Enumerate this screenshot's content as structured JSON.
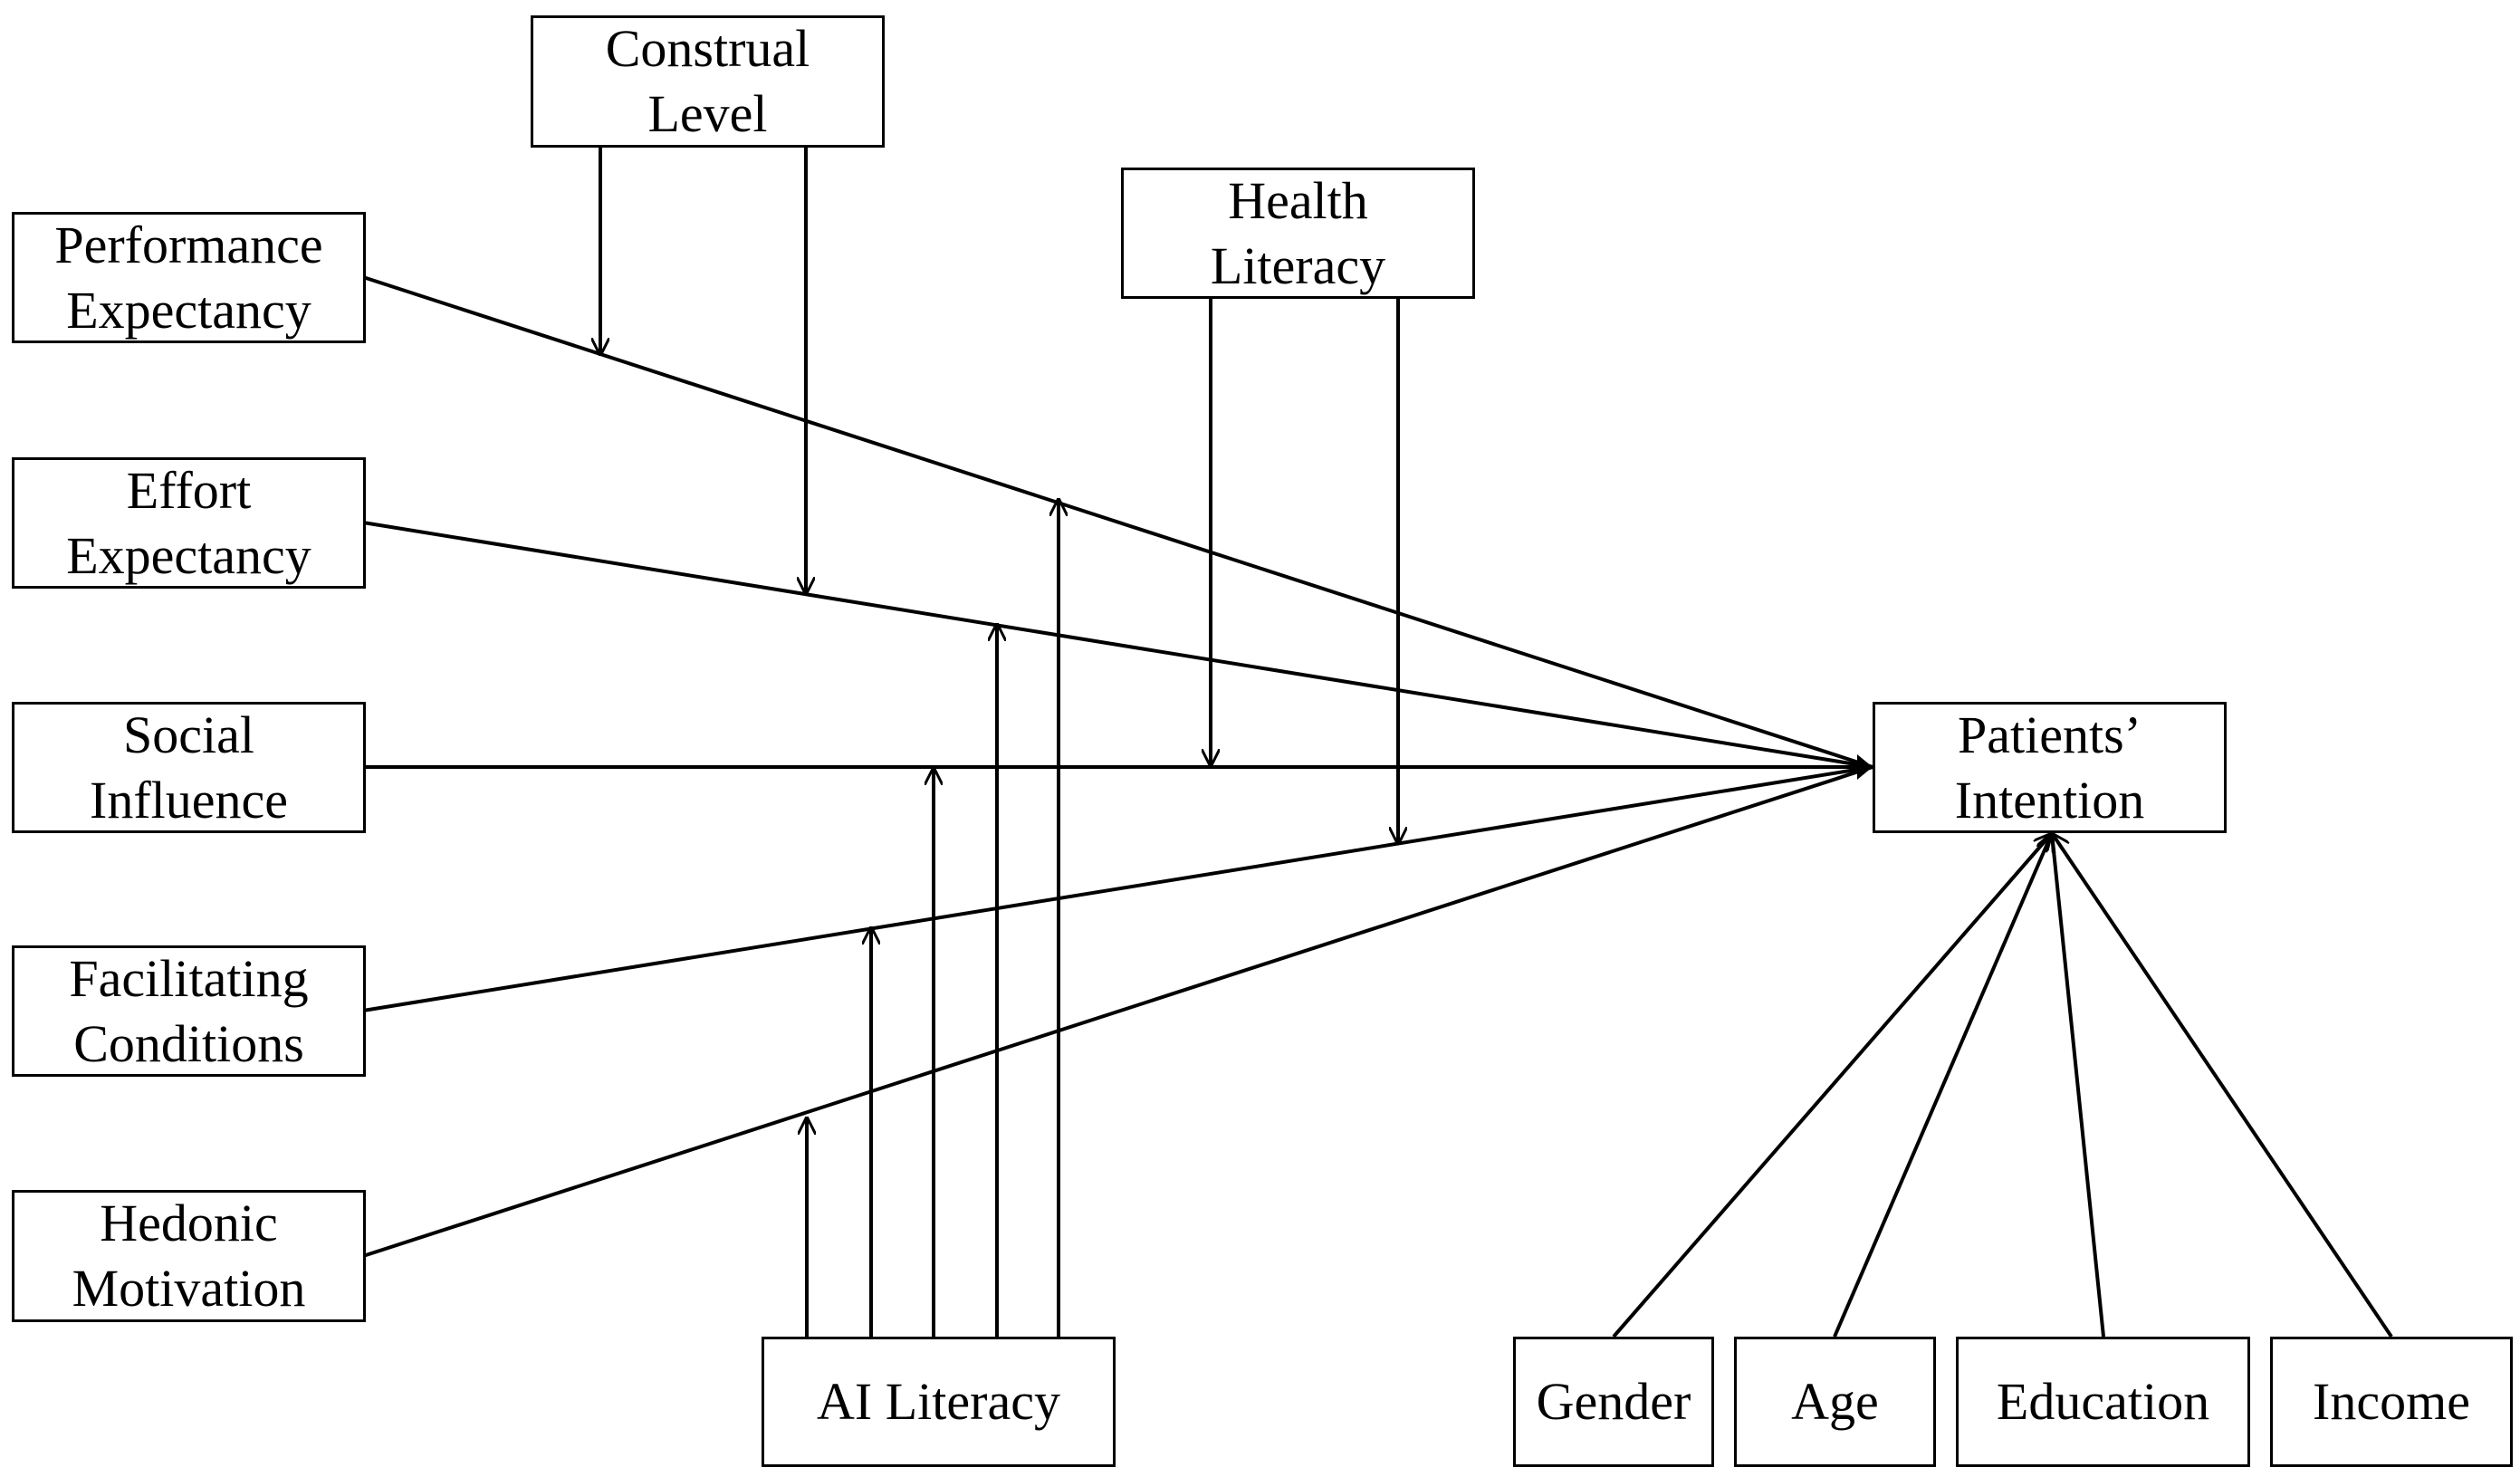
{
  "diagram": {
    "moderators": {
      "construal_level": [
        "Construal",
        "Level"
      ],
      "health_literacy": [
        "Health",
        "Literacy"
      ],
      "ai_literacy": [
        "AI Literacy"
      ]
    },
    "predictors": {
      "performance_expectancy": [
        "Performance",
        "Expectancy"
      ],
      "effort_expectancy": [
        "Effort",
        "Expectancy"
      ],
      "social_influence": [
        "Social",
        "Influence"
      ],
      "facilitating_conditions": [
        "Facilitating",
        "Conditions"
      ],
      "hedonic_motivation": [
        "Hedonic",
        "Motivation"
      ]
    },
    "outcome": [
      "Patients’",
      "Intention"
    ],
    "controls": {
      "gender": "Gender",
      "age": "Age",
      "education": "Education",
      "income": "Income"
    },
    "colors": {
      "stroke": "#000000",
      "background": "#ffffff"
    }
  }
}
